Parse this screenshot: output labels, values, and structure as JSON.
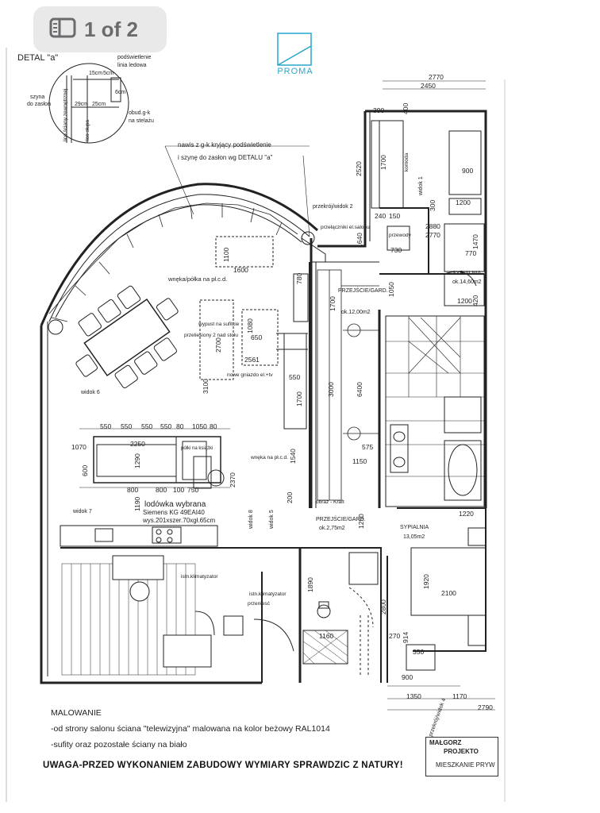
{
  "viewer": {
    "page_counter": "1 of 2",
    "logo_text": "PROMA"
  },
  "detail": {
    "title": "DETAL \"a\"",
    "labels": [
      "podświetlenie",
      "linia ledowa",
      "15cm",
      "5cm",
      "6cm",
      "szyna",
      "do zasłon",
      "29cm",
      "25cm",
      "obud.g-k",
      "na stelażu",
      "lico ściany zewnętrznej",
      "lico słupa"
    ]
  },
  "annotations": [
    "nawis z g-k kryjący podświetlenie",
    "i szynę do zasłon wg DETALU \"a\"",
    "wnęka/półka na pł.c.d.",
    "wypust na sufitcie",
    "przeliesiony 2 nad stołu",
    "nowe gniazdo el.+tv",
    "widok 6",
    "półki na książki",
    "wnęka na pł.c.d.",
    "lodówka wybrana",
    "Siemens KG 49EAI40",
    "wys.201xszer.70xgł.65cm",
    "widok 7",
    "widok 8",
    "widok 5",
    "istn.klimatyzator",
    "przeniesć",
    "obraz - Kraft",
    "przekrój/widok 2",
    "przełączniki el.salonu",
    "przewody",
    "widok 1",
    "komoda",
    "przekrój/widok 4"
  ],
  "rooms": [
    {
      "name": "PRZEJŚCIE/GARD.",
      "area": "ok.12,00m2"
    },
    {
      "name": "SYPIALNIA",
      "area": "ok.14,60m2"
    },
    {
      "name": "PRZEJŚCIE/GARD.",
      "area": "ok.2,75m2"
    },
    {
      "name": "SYPIALNIA",
      "area": "13,05m2"
    }
  ],
  "dimensions": [
    "2770",
    "2450",
    "390",
    "400",
    "2520",
    "1700",
    "900",
    "1200",
    "300",
    "2880",
    "2770",
    "1470",
    "770",
    "240",
    "150",
    "730",
    "1640",
    "1600",
    "1100",
    "780",
    "1050",
    "1200",
    "420",
    "1700",
    "2700",
    "1080",
    "650",
    "2561",
    "6400",
    "3000",
    "550",
    "1700",
    "3100",
    "550",
    "550",
    "550",
    "550",
    "80",
    "1050",
    "80",
    "2250",
    "1070",
    "600",
    "1290",
    "800",
    "800",
    "100",
    "750",
    "1190",
    "2370",
    "1540",
    "1150",
    "575",
    "200",
    "1250",
    "1220",
    "1890",
    "2100",
    "1920",
    "2800",
    "1160",
    "914",
    "270",
    "350",
    "900",
    "1350",
    "1170",
    "2790"
  ],
  "notes": {
    "heading": "MALOWANIE",
    "line1": "-od strony salonu ściana \"telewizyjna\" malowana na kolor beżowy RAL1014",
    "line2": "-sufity oraz pozostałe ściany na biało"
  },
  "warning": "UWAGA-PRZED WYKONANIEM  ZABUDOWY WYMIARY SPRAWDZIC Z NATURY!",
  "titleblock": {
    "line1": "MAŁGORZ",
    "line2": "PROJEKTO",
    "line3": "MIESZKANIE PRYW"
  },
  "colors": {
    "ink": "#222222",
    "logo": "#29a6d0",
    "counter_bg": "#e9e9ea",
    "counter_text": "#6b6b6d"
  }
}
